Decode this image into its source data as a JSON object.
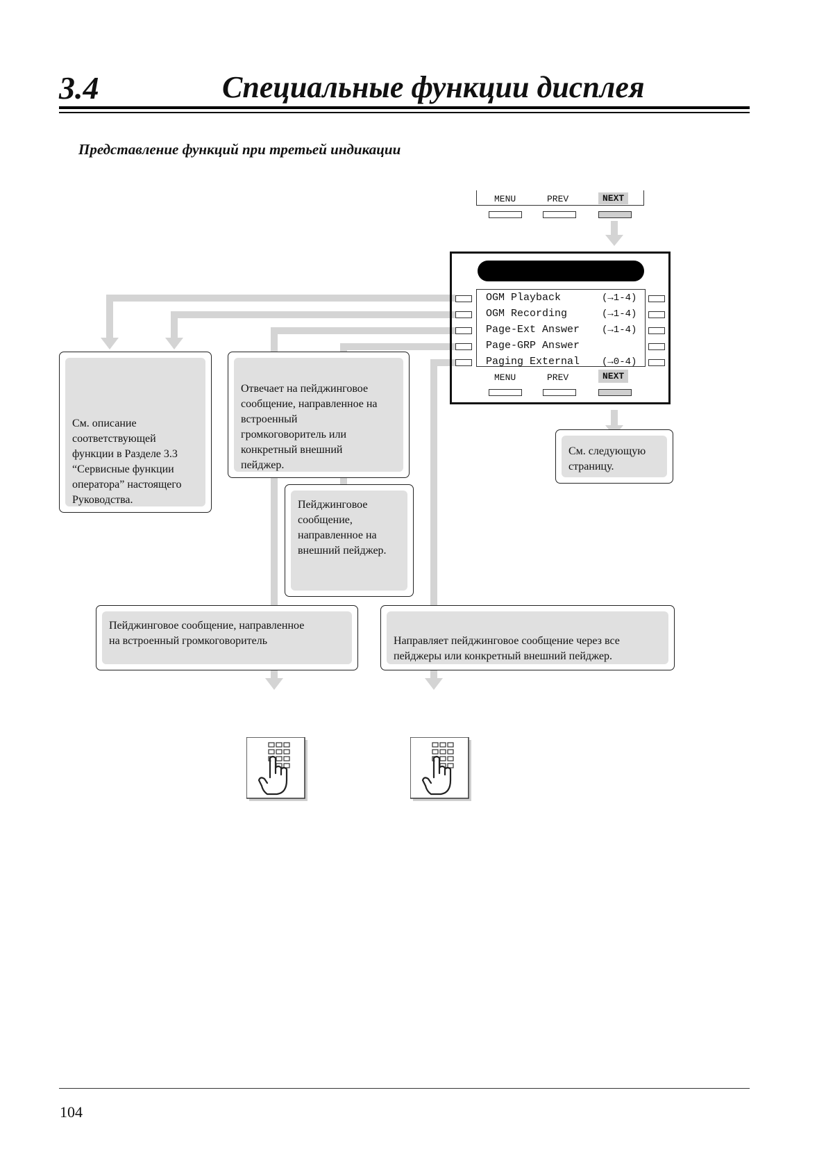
{
  "header": {
    "section_number": "3.4",
    "section_title": "Специальные функции дисплея",
    "subtitle": "Представление функций при третьей индикации"
  },
  "soft_keys": {
    "menu": "MENU",
    "prev": "PREV",
    "next": "NEXT"
  },
  "display": {
    "rows": [
      {
        "label": "OGM Playback",
        "code": "(→1-4)"
      },
      {
        "label": "OGM Recording",
        "code": "(→1-4)"
      },
      {
        "label": "Page-Ext Answer",
        "code": "(→1-4)"
      },
      {
        "label": "Page-GRP Answer",
        "code": ""
      },
      {
        "label": "Paging External",
        "code": "(→0-4)"
      }
    ]
  },
  "callouts": {
    "ogm": [
      "См. описание",
      "соответствующей",
      "функции в Разделе 3.3",
      "“Сервисные функции",
      "оператора” настоящего",
      "Руководства."
    ],
    "page_ext_answer": [
      "Отвечает на пейджинговое",
      "сообщение, направленное на",
      "встроенный",
      "громкоговоритель или",
      "конкретный внешний",
      "пейджер."
    ],
    "page_grp_answer": [
      "Пейджинговое",
      "сообщение,",
      "направленное на",
      "внешний пейджер."
    ],
    "next_page": [
      "См. следующую",
      "страницу."
    ],
    "paging_internal": [
      "Пейджинговое сообщение, направленное",
      "на встроенный громкоговоритель"
    ],
    "paging_external": [
      "Направляет пейджинговое сообщение через все",
      "пейджеры или конкретный внешний пейджер."
    ]
  },
  "footer": {
    "page_number": "104"
  },
  "colors": {
    "arrow": "#d4d4d4",
    "callout_fill": "#e0e0e0",
    "display_header": "#000000"
  },
  "icons": [
    "keypad-press-icon",
    "keypad-press-icon"
  ]
}
